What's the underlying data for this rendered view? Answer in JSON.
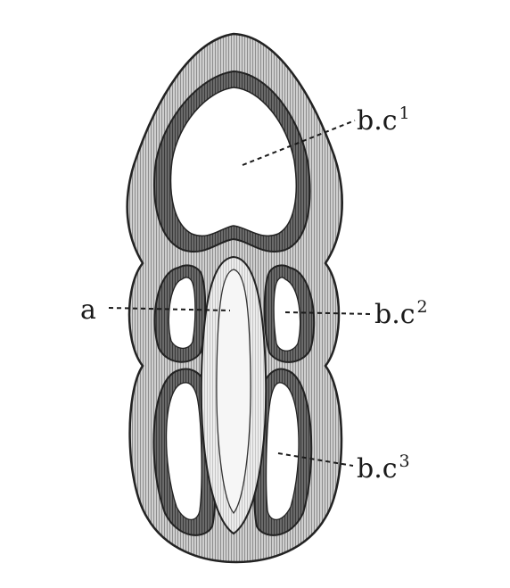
{
  "labels": {
    "a": {
      "text": "a"
    },
    "bc1": {
      "text": "b.c",
      "sup": "1"
    },
    "bc2": {
      "text": "b.c",
      "sup": "2"
    },
    "bc3": {
      "text": "b.c",
      "sup": "3"
    }
  },
  "colors": {
    "outer_wall": "#c8c8c8",
    "outer_wall_hatch": "#9a9a9a",
    "inner_wall": "#5a5a5a",
    "cavity": "#ffffff",
    "outline": "#222222",
    "central_body": "#e6e6e6"
  }
}
